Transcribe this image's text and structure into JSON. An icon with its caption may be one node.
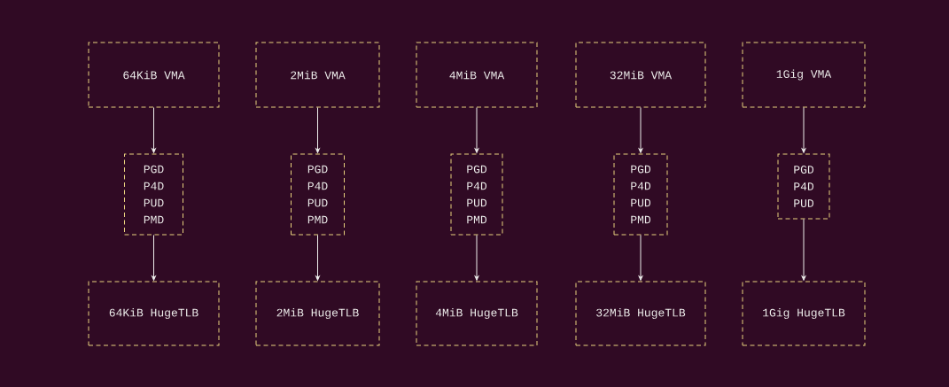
{
  "diagram": {
    "nodes": [
      {
        "text": [
          "64KiB VMA"
        ]
      },
      {
        "text": [
          "2MiB VMA"
        ]
      },
      {
        "text": [
          "4MiB VMA"
        ]
      },
      {
        "text": [
          "32MiB VMA"
        ]
      },
      {
        "text": [
          "1Gig VMA"
        ]
      },
      {
        "text": [
          "PGD",
          "P4D",
          "PUD",
          "PMD"
        ]
      },
      {
        "text": [
          "PGD",
          "P4D",
          "PUD",
          "PMD"
        ]
      },
      {
        "text": [
          "PGD",
          "P4D",
          "PUD",
          "PMD"
        ]
      },
      {
        "text": [
          "PGD",
          "P4D",
          "PUD",
          "PMD"
        ]
      },
      {
        "text": [
          "PGD",
          "P4D",
          "PUD"
        ]
      },
      {
        "text": [
          "64KiB HugeTLB"
        ]
      },
      {
        "text": [
          "2MiB HugeTLB"
        ]
      },
      {
        "text": [
          "4MiB HugeTLB"
        ]
      },
      {
        "text": [
          "32MiB HugeTLB"
        ]
      },
      {
        "text": [
          "1Gig HugeTLB"
        ]
      }
    ],
    "edges": [
      {
        "from": 0,
        "to": 5,
        "arrow": "to"
      },
      {
        "from": 1,
        "to": 6,
        "arrow": "to"
      },
      {
        "from": 2,
        "to": 7,
        "arrow": "to"
      },
      {
        "from": 3,
        "to": 8,
        "arrow": "to"
      },
      {
        "from": 4,
        "to": 9,
        "arrow": "to"
      },
      {
        "from": 5,
        "to": 10,
        "arrow": "to"
      },
      {
        "from": 6,
        "to": 11,
        "arrow": "to"
      },
      {
        "from": 7,
        "to": 12,
        "arrow": "to"
      },
      {
        "from": 8,
        "to": 13,
        "arrow": "to"
      },
      {
        "from": 9,
        "to": 14,
        "arrow": "to"
      }
    ]
  }
}
